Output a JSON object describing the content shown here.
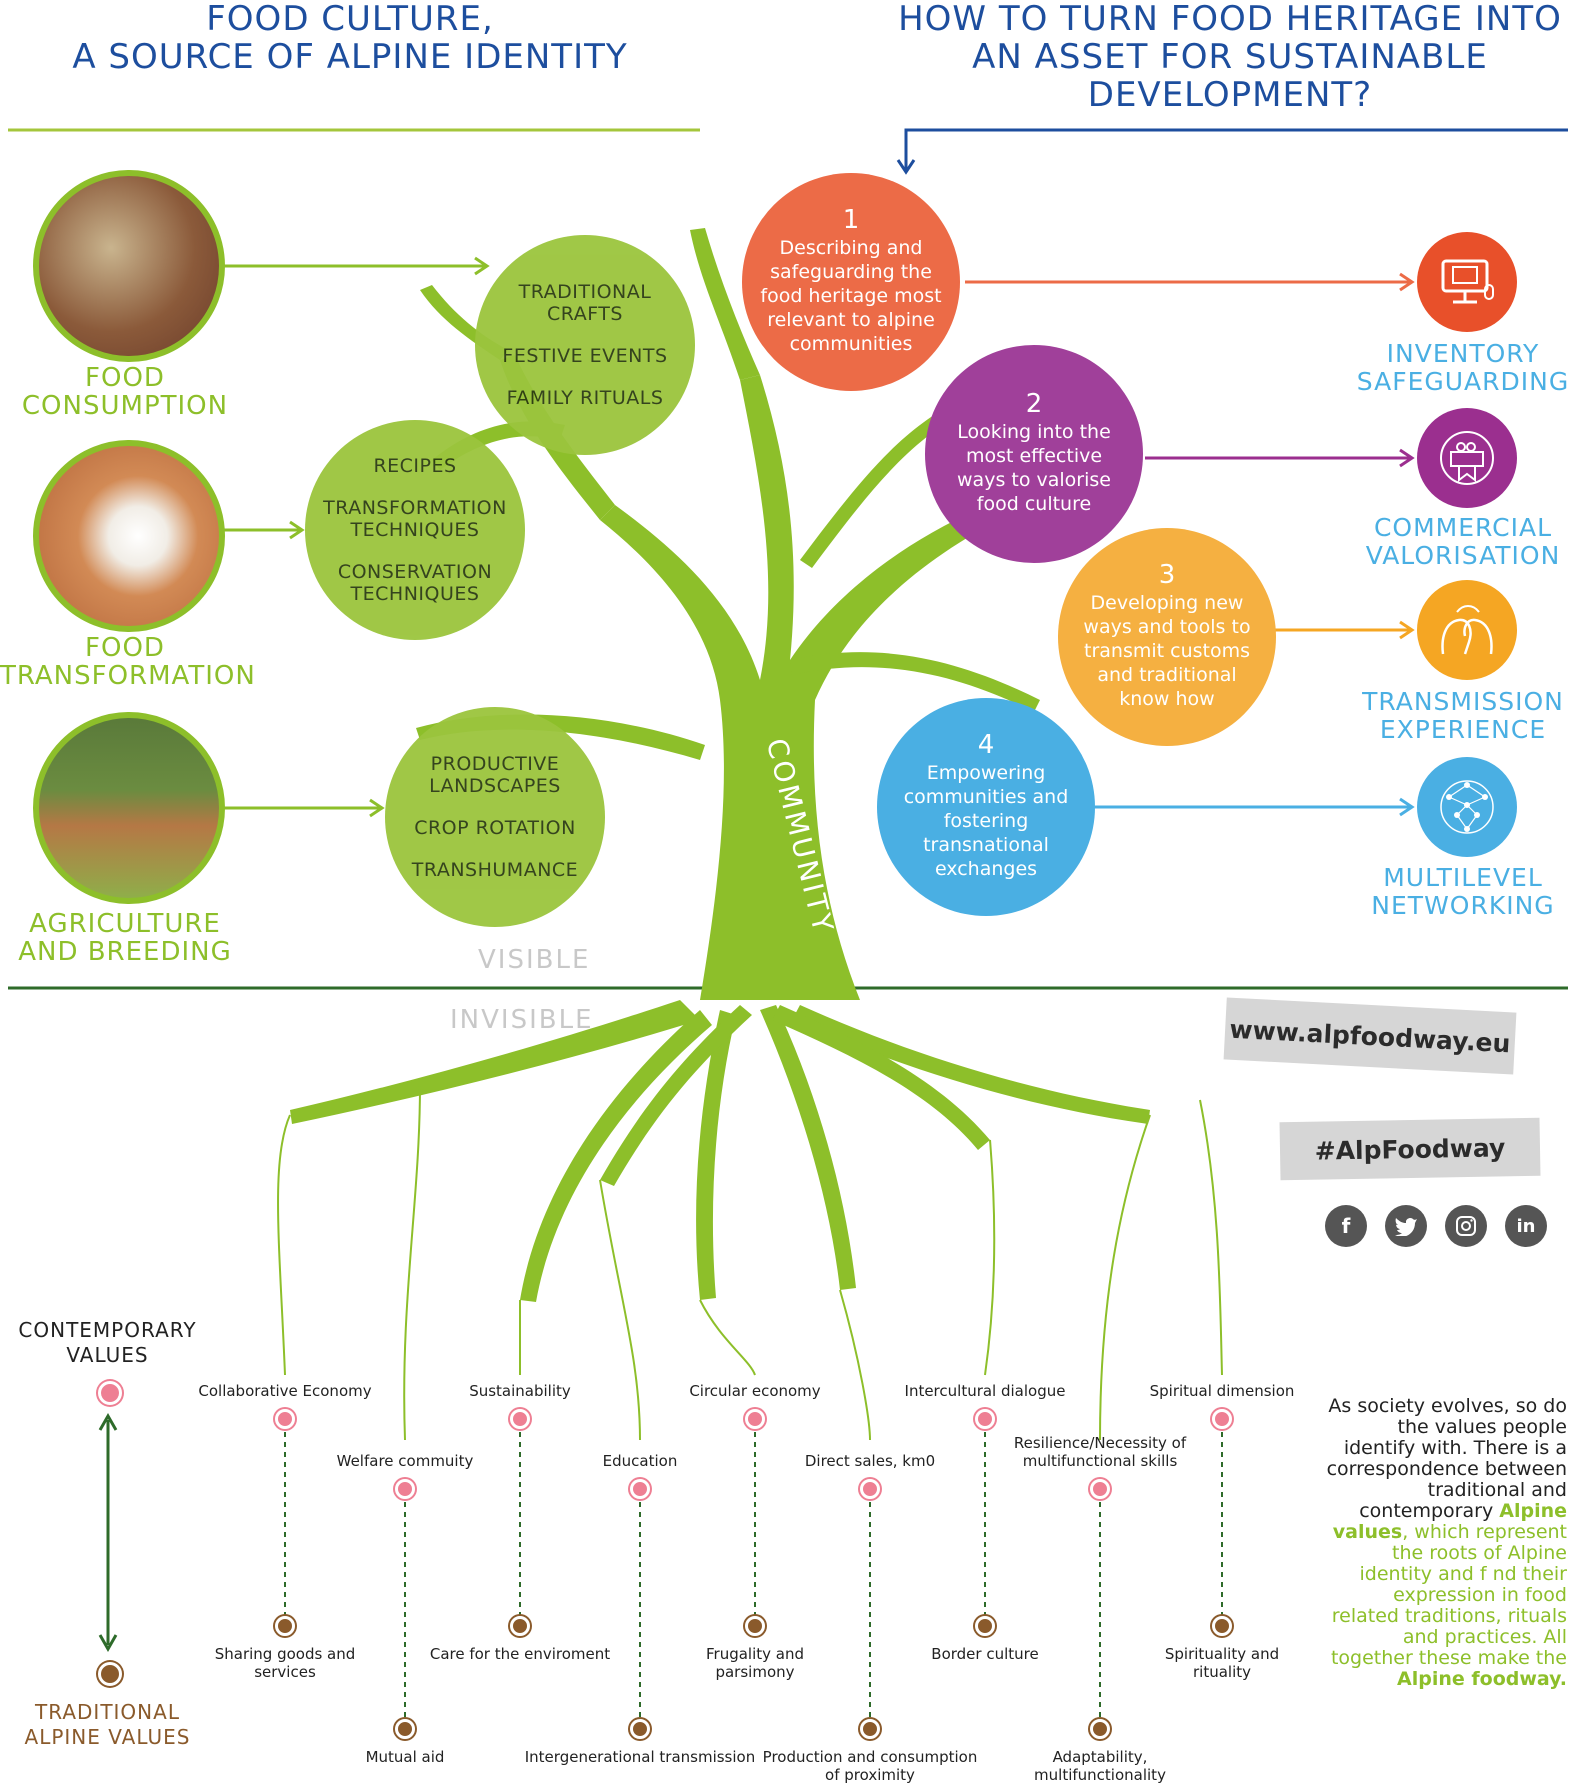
{
  "header": {
    "left_line1": "FOOD CULTURE,",
    "left_line2": "A SOURCE OF ALPINE IDENTITY",
    "right_line1": "HOW TO TURN FOOD HERITAGE INTO",
    "right_line2": "AN ASSET FOR SUSTAINABLE",
    "right_line3": "DEVELOPMENT?"
  },
  "categories": {
    "consumption_1": "FOOD",
    "consumption_2": "CONSUMPTION",
    "transformation_1": "FOOD",
    "transformation_2": "TRANSFORMATION",
    "agriculture_1": "AGRICULTURE",
    "agriculture_2": "AND BREEDING"
  },
  "branches": {
    "top": [
      "TRADITIONAL CRAFTS",
      "FESTIVE EVENTS",
      "FAMILY RITUALS"
    ],
    "middle": [
      "RECIPES",
      "TRANSFORMATION TECHNIQUES",
      "CONSERVATION TECHNIQUES"
    ],
    "bottom": [
      "PRODUCTIVE LANDSCAPES",
      "CROP ROTATION",
      "TRANSHUMANCE"
    ]
  },
  "trunk_label": "COMMUNITY",
  "steps": [
    {
      "num": "1",
      "text": "Describing and safeguarding the food heritage most relevant to alpine communities",
      "color": "#ec6b47"
    },
    {
      "num": "2",
      "text": "Looking into the most effective ways to valorise food culture",
      "color": "#a0409a"
    },
    {
      "num": "3",
      "text": "Developing new ways and tools to transmit customs and traditional know how",
      "color": "#f5b041"
    },
    {
      "num": "4",
      "text": "Empowering communities and fostering transnational exchanges",
      "color": "#4aafe3"
    }
  ],
  "outcomes": [
    {
      "line1": "INVENTORY",
      "line2": "SAFEGUARDING",
      "icon": "computer-icon",
      "color": "#e8502a",
      "label_color": "#4aafe3"
    },
    {
      "line1": "COMMERCIAL",
      "line2": "VALORISATION",
      "icon": "market-stall-icon",
      "color": "#9b2f8f",
      "label_color": "#4aafe3"
    },
    {
      "line1": "TRANSMISSION",
      "line2": "EXPERIENCE",
      "icon": "two-heads-icon",
      "color": "#f5a623",
      "label_color": "#4aafe3"
    },
    {
      "line1": "MULTILEVEL",
      "line2": "NETWORKING",
      "icon": "network-globe-icon",
      "color": "#4aafe3",
      "label_color": "#4aafe3"
    }
  ],
  "visible_label": "VISIBLE",
  "invisible_label": "INVISIBLE",
  "website": "www.alpfoodway.eu",
  "hashtag": "#AlpFoodway",
  "social": [
    "facebook-icon",
    "twitter-icon",
    "instagram-icon",
    "linkedin-icon"
  ],
  "legend": {
    "contemporary_1": "CONTEMPORARY",
    "contemporary_2": "VALUES",
    "traditional_1": "TRADITIONAL",
    "traditional_2": "ALPINE VALUES"
  },
  "values": [
    {
      "contemporary": "Collaborative Economy",
      "traditional": "Sharing goods and services"
    },
    {
      "contemporary": "Welfare commuity",
      "traditional": "Mutual aid"
    },
    {
      "contemporary": "Sustainability",
      "traditional": "Care for the enviroment"
    },
    {
      "contemporary": "Education",
      "traditional": "Intergenerational transmission"
    },
    {
      "contemporary": "Circular economy",
      "traditional": "Frugality and parsimony"
    },
    {
      "contemporary": "Direct sales, km0",
      "traditional": "Production and consumption of proximity"
    },
    {
      "contemporary": "Intercultural dialogue",
      "traditional": "Border culture"
    },
    {
      "contemporary": "Resilience/Necessity of multifunctional skills",
      "traditional": "Adaptability, multifunctionality"
    },
    {
      "contemporary": "Spiritual dimension",
      "traditional": "Spirituality and rituality"
    }
  ],
  "paragraph": {
    "part1": "As society evolves, so do the values people identify with. There is a correspondence between traditional and contemporary",
    "bold1": "Alpine values",
    "part2": ", which represent the roots of Alpine identity and f nd their expression in food related traditions, rituals and practices. All together these make the",
    "bold2": "Alpine foodway."
  }
}
